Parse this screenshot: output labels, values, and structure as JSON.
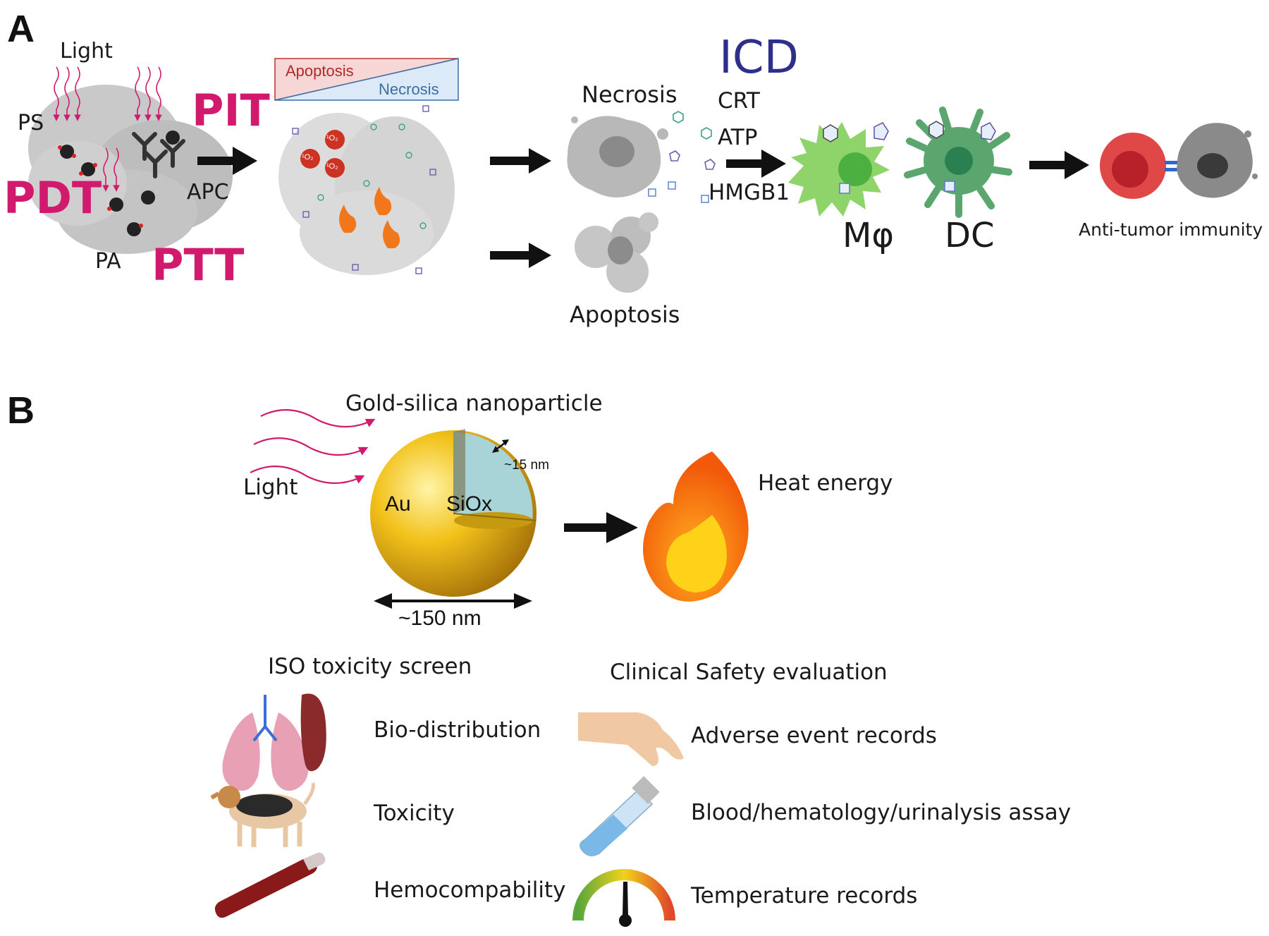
{
  "panel_a": {
    "panel_letter": "A",
    "therapy": {
      "light": "Light",
      "ps": "PS",
      "pdt": "PDT",
      "pit": "PIT",
      "apc": "APC",
      "pa": "PA",
      "ptt": "PTT"
    },
    "gradient": {
      "apoptosis": "Apoptosis",
      "necrosis": "Necrosis",
      "singlet_oxygen": "¹O₂",
      "apoptosis_color": "#f7d6d6",
      "necrosis_color": "#dce9f7"
    },
    "necrosis_label": "Necrosis",
    "apoptosis_label": "Apoptosis",
    "icd": {
      "title": "ICD",
      "signals": [
        "CRT",
        "ATP",
        "HMGB1"
      ]
    },
    "cells": {
      "macrophage": "Mφ",
      "dendritic": "DC"
    },
    "outcome": "Anti-tumor immunity"
  },
  "panel_b": {
    "panel_letter": "B",
    "particle_title": "Gold-silica nanoparticle",
    "light": "Light",
    "shell_thickness": "~15 nm",
    "au": "Au",
    "siox": "SiOx",
    "diameter": "~150 nm",
    "heat": "Heat energy",
    "iso": {
      "title": "ISO toxicity screen",
      "items": [
        "Bio-distribution",
        "Toxicity",
        "Hemocompability"
      ],
      "icons": [
        "organs-icon",
        "dog-icon",
        "blood-tube-icon"
      ]
    },
    "clinical": {
      "title": "Clinical Safety evaluation",
      "items": [
        "Adverse event records",
        "Blood/hematology/urinalysis assay",
        "Temperature records"
      ],
      "icons": [
        "hand-icon",
        "sample-tube-icon",
        "gauge-icon"
      ]
    }
  },
  "colors": {
    "magenta": "#d11a6e",
    "navy": "#2e2e8c",
    "gold": "#f2c21b",
    "silica": "#a8d4d8",
    "macrophage_green": "#8fd46a",
    "dc_green": "#5aa66e",
    "tcell_red": "#e04848"
  }
}
